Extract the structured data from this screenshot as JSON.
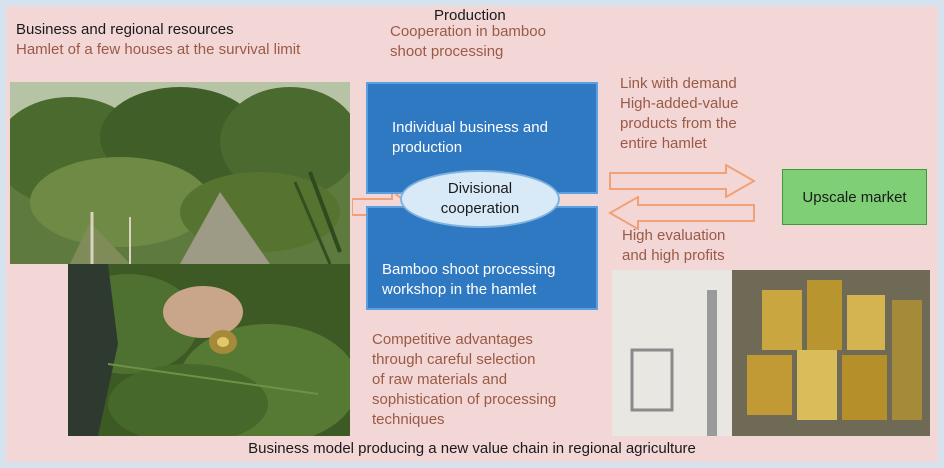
{
  "left": {
    "heading": "Business and regional resources",
    "subheading": "Hamlet of a few houses at the survival limit"
  },
  "production": {
    "title": "Production",
    "cooperation": [
      "Cooperation in bamboo",
      "shoot processing"
    ],
    "top_box": [
      "Individual business and",
      "production"
    ],
    "ellipse": [
      "Divisional",
      "cooperation"
    ],
    "bottom_box": [
      "Bamboo shoot processing",
      "workshop in the hamlet"
    ],
    "advantages": [
      "Competitive advantages",
      "through careful selection",
      "of raw materials and",
      "sophistication of processing",
      "techniques"
    ]
  },
  "right": {
    "link": [
      "Link with demand",
      "High-added-value",
      "products from the",
      "entire hamlet"
    ],
    "evaluation": [
      "High evaluation",
      "and high profits"
    ],
    "market": "Upscale market"
  },
  "footer": "Business model producing a new value chain in regional agriculture",
  "colors": {
    "outer_frame": "#d6e3ef",
    "panel": "#f2d7d6",
    "blue_box": "#2f79c3",
    "ellipse": "#d8eaf7",
    "market": "#7ecf76",
    "arrow": "#f0a177",
    "brown_text": "#9a5a46"
  },
  "icons": [
    "right-arrow-icon",
    "left-arrow-icon"
  ]
}
